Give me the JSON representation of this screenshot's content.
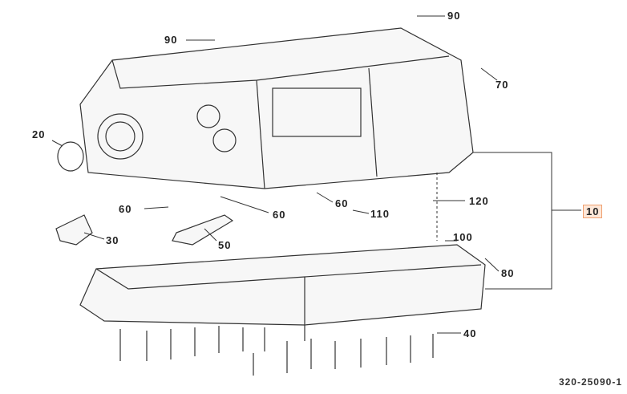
{
  "diagram": {
    "part_number": "320-25090-1",
    "highlight_color": "#f0a070",
    "callouts": [
      {
        "id": "c90a",
        "text": "90"
      },
      {
        "id": "c90b",
        "text": "90"
      },
      {
        "id": "c70",
        "text": "70"
      },
      {
        "id": "c20",
        "text": "20"
      },
      {
        "id": "c60a",
        "text": "60"
      },
      {
        "id": "c60b",
        "text": "60"
      },
      {
        "id": "c60c",
        "text": "60"
      },
      {
        "id": "c110",
        "text": "110"
      },
      {
        "id": "c120",
        "text": "120"
      },
      {
        "id": "c10",
        "text": "10",
        "highlighted": true
      },
      {
        "id": "c30",
        "text": "30"
      },
      {
        "id": "c50",
        "text": "50"
      },
      {
        "id": "c100",
        "text": "100"
      },
      {
        "id": "c80",
        "text": "80"
      },
      {
        "id": "c40",
        "text": "40"
      }
    ]
  }
}
